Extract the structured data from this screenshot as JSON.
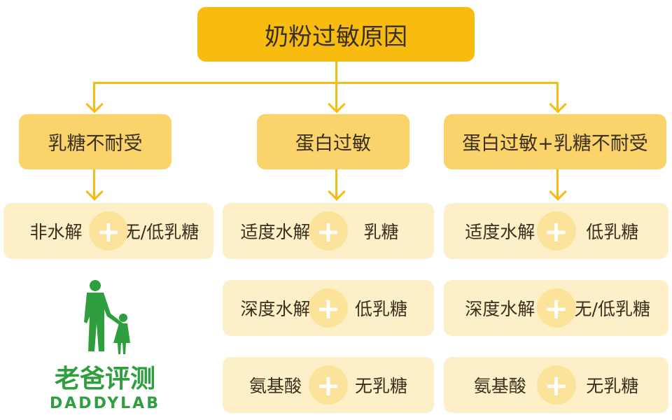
{
  "root": "奶粉过敏原因",
  "categories": [
    {
      "label": "乳糖不耐受",
      "options": [
        {
          "left": "非水解",
          "right": "无/低乳糖"
        }
      ]
    },
    {
      "label": "蛋白过敏",
      "options": [
        {
          "left": "适度水解",
          "right": "乳糖"
        },
        {
          "left": "深度水解",
          "right": "低乳糖"
        },
        {
          "left": "氨基酸",
          "right": "无乳糖"
        }
      ]
    },
    {
      "label": "蛋白过敏+乳糖不耐受",
      "options": [
        {
          "left": "适度水解",
          "right": "低乳糖"
        },
        {
          "left": "深度水解",
          "right": "无/低乳糖"
        },
        {
          "left": "氨基酸",
          "right": "无乳糖"
        }
      ]
    }
  ],
  "plus": "+",
  "logo": {
    "cn": "老爸评测",
    "en": "DADDYLAB"
  },
  "colors": {
    "root": "#f7bc0f",
    "category": "#fad46a",
    "option": "#fdf0c9",
    "logo": "#2e9e3e"
  }
}
